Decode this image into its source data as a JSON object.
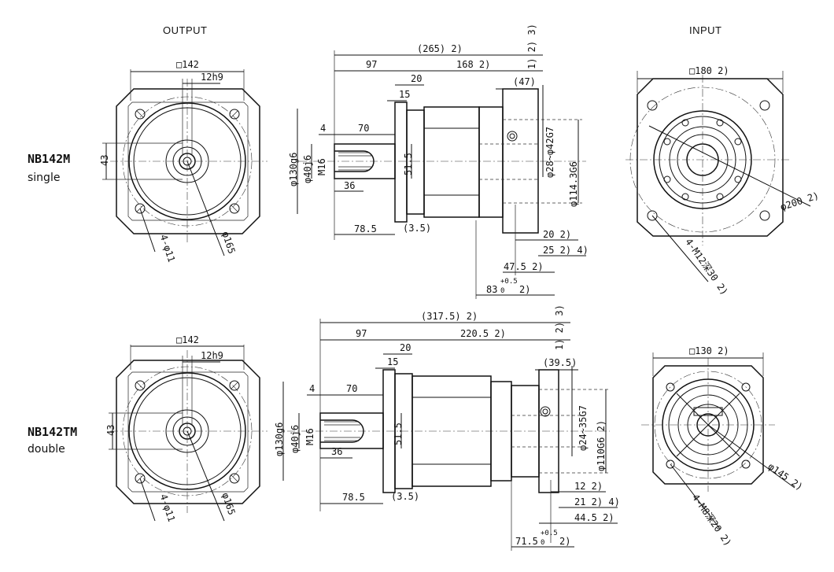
{
  "headers": {
    "output": "OUTPUT",
    "input": "INPUT"
  },
  "models": [
    {
      "code": "NB142M",
      "variant": "single"
    },
    {
      "code": "NB142TM",
      "variant": "double"
    }
  ],
  "top": {
    "front": {
      "square": "□142",
      "keyway": "12h9",
      "h43": "43",
      "holes": "4-φ11",
      "pcd": "φ165"
    },
    "side": {
      "overall": "(265)  2)",
      "len97": "97",
      "len168": "168  2)",
      "notes": "1) 2) 3)",
      "d20": "20",
      "d15": "15",
      "d47": "(47)",
      "d4": "4",
      "d70": "70",
      "m16": "M16",
      "shaft": "φ40j6",
      "pilot": "φ130g6",
      "d515": "51.5",
      "d36": "36",
      "d785": "78.5",
      "d35": "(3.5)",
      "motor_shaft": "φ28~φ42G7",
      "motor_pilot": "φ114.3G6",
      "d20b": "20  2)",
      "d25": "25  2) 4)",
      "d475": "47.5  2)",
      "d83": "83",
      "d83tol": "+0.5",
      "d83tol0": "0",
      "d83note": "2)"
    },
    "input": {
      "square": "□180  2)",
      "pcd": "φ200  2)",
      "holes": "4-M12深30  2)"
    }
  },
  "bottom": {
    "front": {
      "square": "□142",
      "keyway": "12h9",
      "h43": "43",
      "holes": "4-φ11",
      "pcd": "φ165"
    },
    "side": {
      "overall": "(317.5)  2)",
      "len97": "97",
      "len220": "220.5  2)",
      "notes": "1) 2) 3)",
      "d20": "20",
      "d15": "15",
      "d395": "(39.5)",
      "d4": "4",
      "d70": "70",
      "m16": "M16",
      "shaft": "φ40j6",
      "pilot": "φ130g6",
      "d515": "51.5",
      "d36": "36",
      "d785": "78.5",
      "d35": "(3.5)",
      "motor_shaft": "φ24~35G7",
      "motor_pilot": "φ110G6  2)",
      "d12": "12  2)",
      "d21": "21  2) 4)",
      "d445": "44.5  2)",
      "d715": "71.5",
      "d715tol": "+0.5",
      "d715tol0": "0",
      "d715note": "2)"
    },
    "input": {
      "square": "□130  2)",
      "pcd": "φ145  2)",
      "holes": "4-M8深20  2)"
    }
  }
}
